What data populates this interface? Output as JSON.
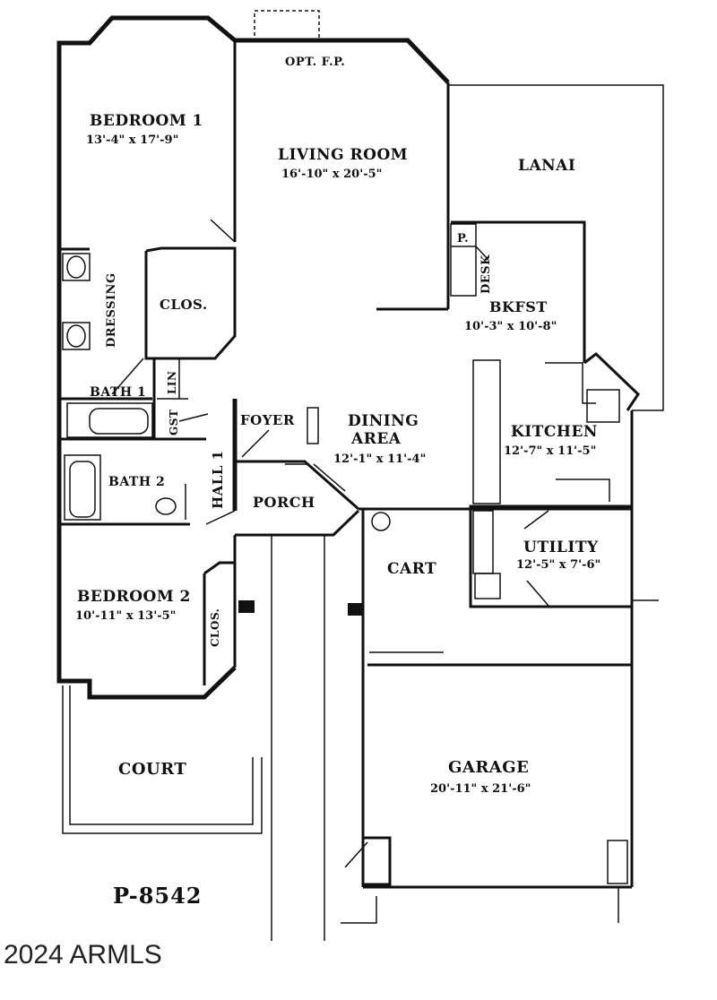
{
  "plan_code": "P-8542",
  "copyright": "2024 ARMLS",
  "rooms": {
    "opt_fp": "OPT. F.P.",
    "bedroom1": {
      "name": "BEDROOM 1",
      "size": "13'-4\" x 17'-9\""
    },
    "living": {
      "name": "LIVING ROOM",
      "size": "16'-10\" x 20'-5\""
    },
    "lanai": "LANAI",
    "pantry": "P.",
    "desk": "DESK",
    "bkfst": {
      "name": "BKFST",
      "size": "10'-3\" x 10'-8\""
    },
    "dressing": "DRESSING",
    "clos1": "CLOS.",
    "lin": "LIN",
    "bath1": "BATH 1",
    "gst": "GST",
    "foyer": "FOYER",
    "dining": {
      "name": "DINING",
      "name2": "AREA",
      "size": "12'-1\" x 11'-4\""
    },
    "kitchen": {
      "name": "KITCHEN",
      "size": "12'-7\" x 11'-5\""
    },
    "bath2": "BATH 2",
    "hall": "HALL 1",
    "porch": "PORCH",
    "utility": {
      "name": "UTILITY",
      "size": "12'-5\" x 7'-6\""
    },
    "cart": "CART",
    "bedroom2": {
      "name": "BEDROOM 2",
      "size": "10'-11\" x 13'-5\""
    },
    "clos2": "CLOS.",
    "court": "COURT",
    "garage": {
      "name": "GARAGE",
      "size": "20'-11\" x 21'-6\""
    }
  }
}
